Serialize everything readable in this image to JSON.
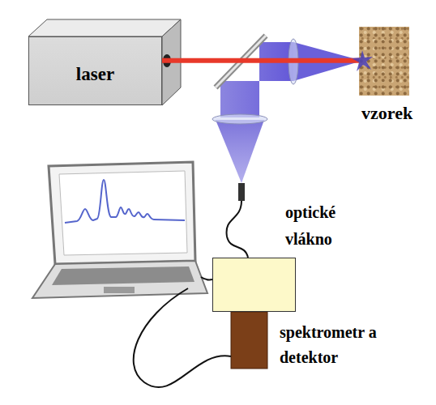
{
  "diagram": {
    "nodes": [
      {
        "text": [
          "laser"
        ]
      },
      {
        "text": [
          "vzorek"
        ]
      },
      {
        "text": [
          "spektrometr a detektor"
        ]
      }
    ],
    "edges": [
      {
        "from": 0,
        "to": 1,
        "arrow": "none"
      }
    ],
    "labels": [
      "optické vlákno"
    ]
  }
}
